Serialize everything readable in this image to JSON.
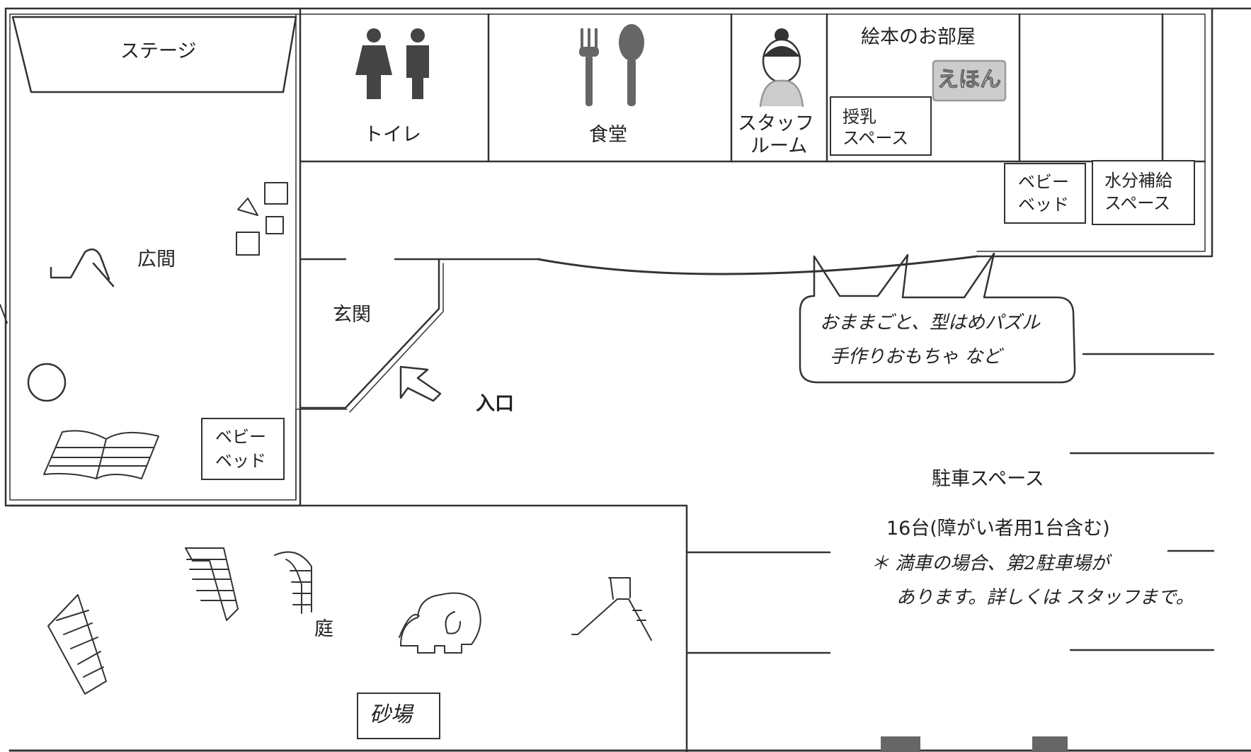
{
  "rooms": {
    "stage": "ステージ",
    "toilet": "トイレ",
    "dining": "食堂",
    "staff_room_line1": "スタッフ",
    "staff_room_line2": "ルーム",
    "picture_book_room": "絵本のお部屋",
    "picture_book_sign": "えほん",
    "nursing_line1": "授乳",
    "nursing_line2": "スペース",
    "baby_bed_line1": "ベビー",
    "baby_bed_line2": "ベッド",
    "water_line1": "水分補給",
    "water_line2": "スペース",
    "hall": "広間",
    "entrance_hall": "玄関",
    "entrance": "入口",
    "garden": "庭",
    "sandbox": "砂場"
  },
  "toys_note": {
    "line1": "おままごと、型はめパズル",
    "line2": "手作りおもちゃ など"
  },
  "parking": {
    "title": "駐車スペース",
    "capacity": "16台(障がい者用1台含む)",
    "note_line1": "＊ 満車の場合、第2駐車場が",
    "note_line2": "あります。詳しくは スタッフまで。"
  }
}
